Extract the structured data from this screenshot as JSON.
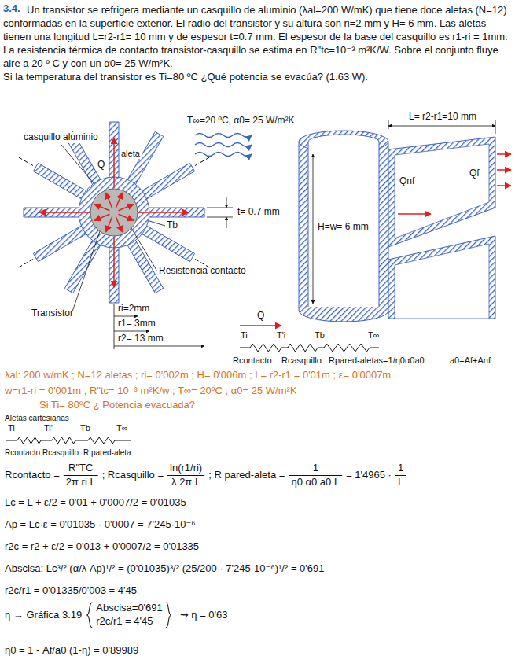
{
  "diagram": {
    "labels": [
      "3.4.",
      "Un transistor se refrigera mediante un casquillo de aluminio (λal=200 W/mK) que tiene doce aletas (N=12) conformadas en la superficie exterior. El radio del transistor y su altura son ri=2 mm y H= 6 mm. Las aletas tienen una longitud L=r2-r1= 10 mm y de espesor t=0.7 mm. El espesor de la base del casquillo es r1-ri = 1mm. La resistencia térmica de contacto transistor-casquillo se estima en R\"tc=10⁻³ m²K/W. Sobre el conjunto fluye aire a 20 º C y con un α0= 25 W/m²K.",
      "Si la temperatura del transistor es Ti=80 ºC ¿Qué potencia se evacúa? (1.63 W).",
      "T∞=20 ºC, α0= 25 W/m²K",
      "casquillo aluminio",
      "Q",
      "aleta",
      "t= 0.7 mm",
      "Tb",
      "Resistencia contacto",
      "Transistor",
      "ri=2mm",
      "r1= 3mm",
      "r2= 13 mm",
      "L= r2-r1=10 mm",
      "Qf",
      "Qnf",
      "H=w= 6 mm",
      "Q",
      "Ti",
      "T'i",
      "Tb",
      "T∞",
      "Rcontacto",
      "Rcasquillo",
      "Rpared-aletas=1/η0α0a0",
      "a0=Af+Anf",
      "λal: 200 w/mK ; N=12 aletas ; ri= 0'002m ; H= 0'006m ; L= r2-r1 = 0'01m ; ε= 0'0007m",
      "w=r1-ri = 0'001m ; R\"tc= 10⁻³ m²K/w ; T∞= 20ºC ; α0= 25 W/m²K",
      "Si Ti= 80ºC ¿ Potencia evacuada?",
      "Aletas cartesianas",
      "Ti",
      "Ti'",
      "Tb",
      "T∞",
      "Rcontacto",
      "Rcasquillo",
      "R pared-aleta",
      "Rcontacto =",
      "R\"TC",
      "2π ri L",
      "; Rcasquillo =",
      "ln(r1/ri)",
      "λ 2π L",
      "; R pared-aleta =",
      "1",
      "η0 α0 a0 L",
      "= 1'4965 ·",
      "1",
      "L",
      "Lc = L + ε/2 = 0'01 + 0'0007/2 = 0'01035",
      "Ap = Lc·ε = 0'01035 · 0'0007 = 7'245·10⁻⁶",
      "r2c = r2 + ε/2 = 0'013 + 0'0007/2 = 0'01335",
      "Abscisa: Lc³/² (α/λ Ap)¹/² = (0'01035)³/² (25/200 · 7'245·10⁻⁶)¹/² = 0'691",
      "r2c/r1 = 0'01335/0'003 = 4'45",
      "η → Gráfica 3.19",
      "Abscisa=0'691",
      "r2c/r1 = 4'45",
      "⇝ η = 0'63",
      "η0 = 1 - Af/a0 (1-η) = 0'89989"
    ]
  }
}
